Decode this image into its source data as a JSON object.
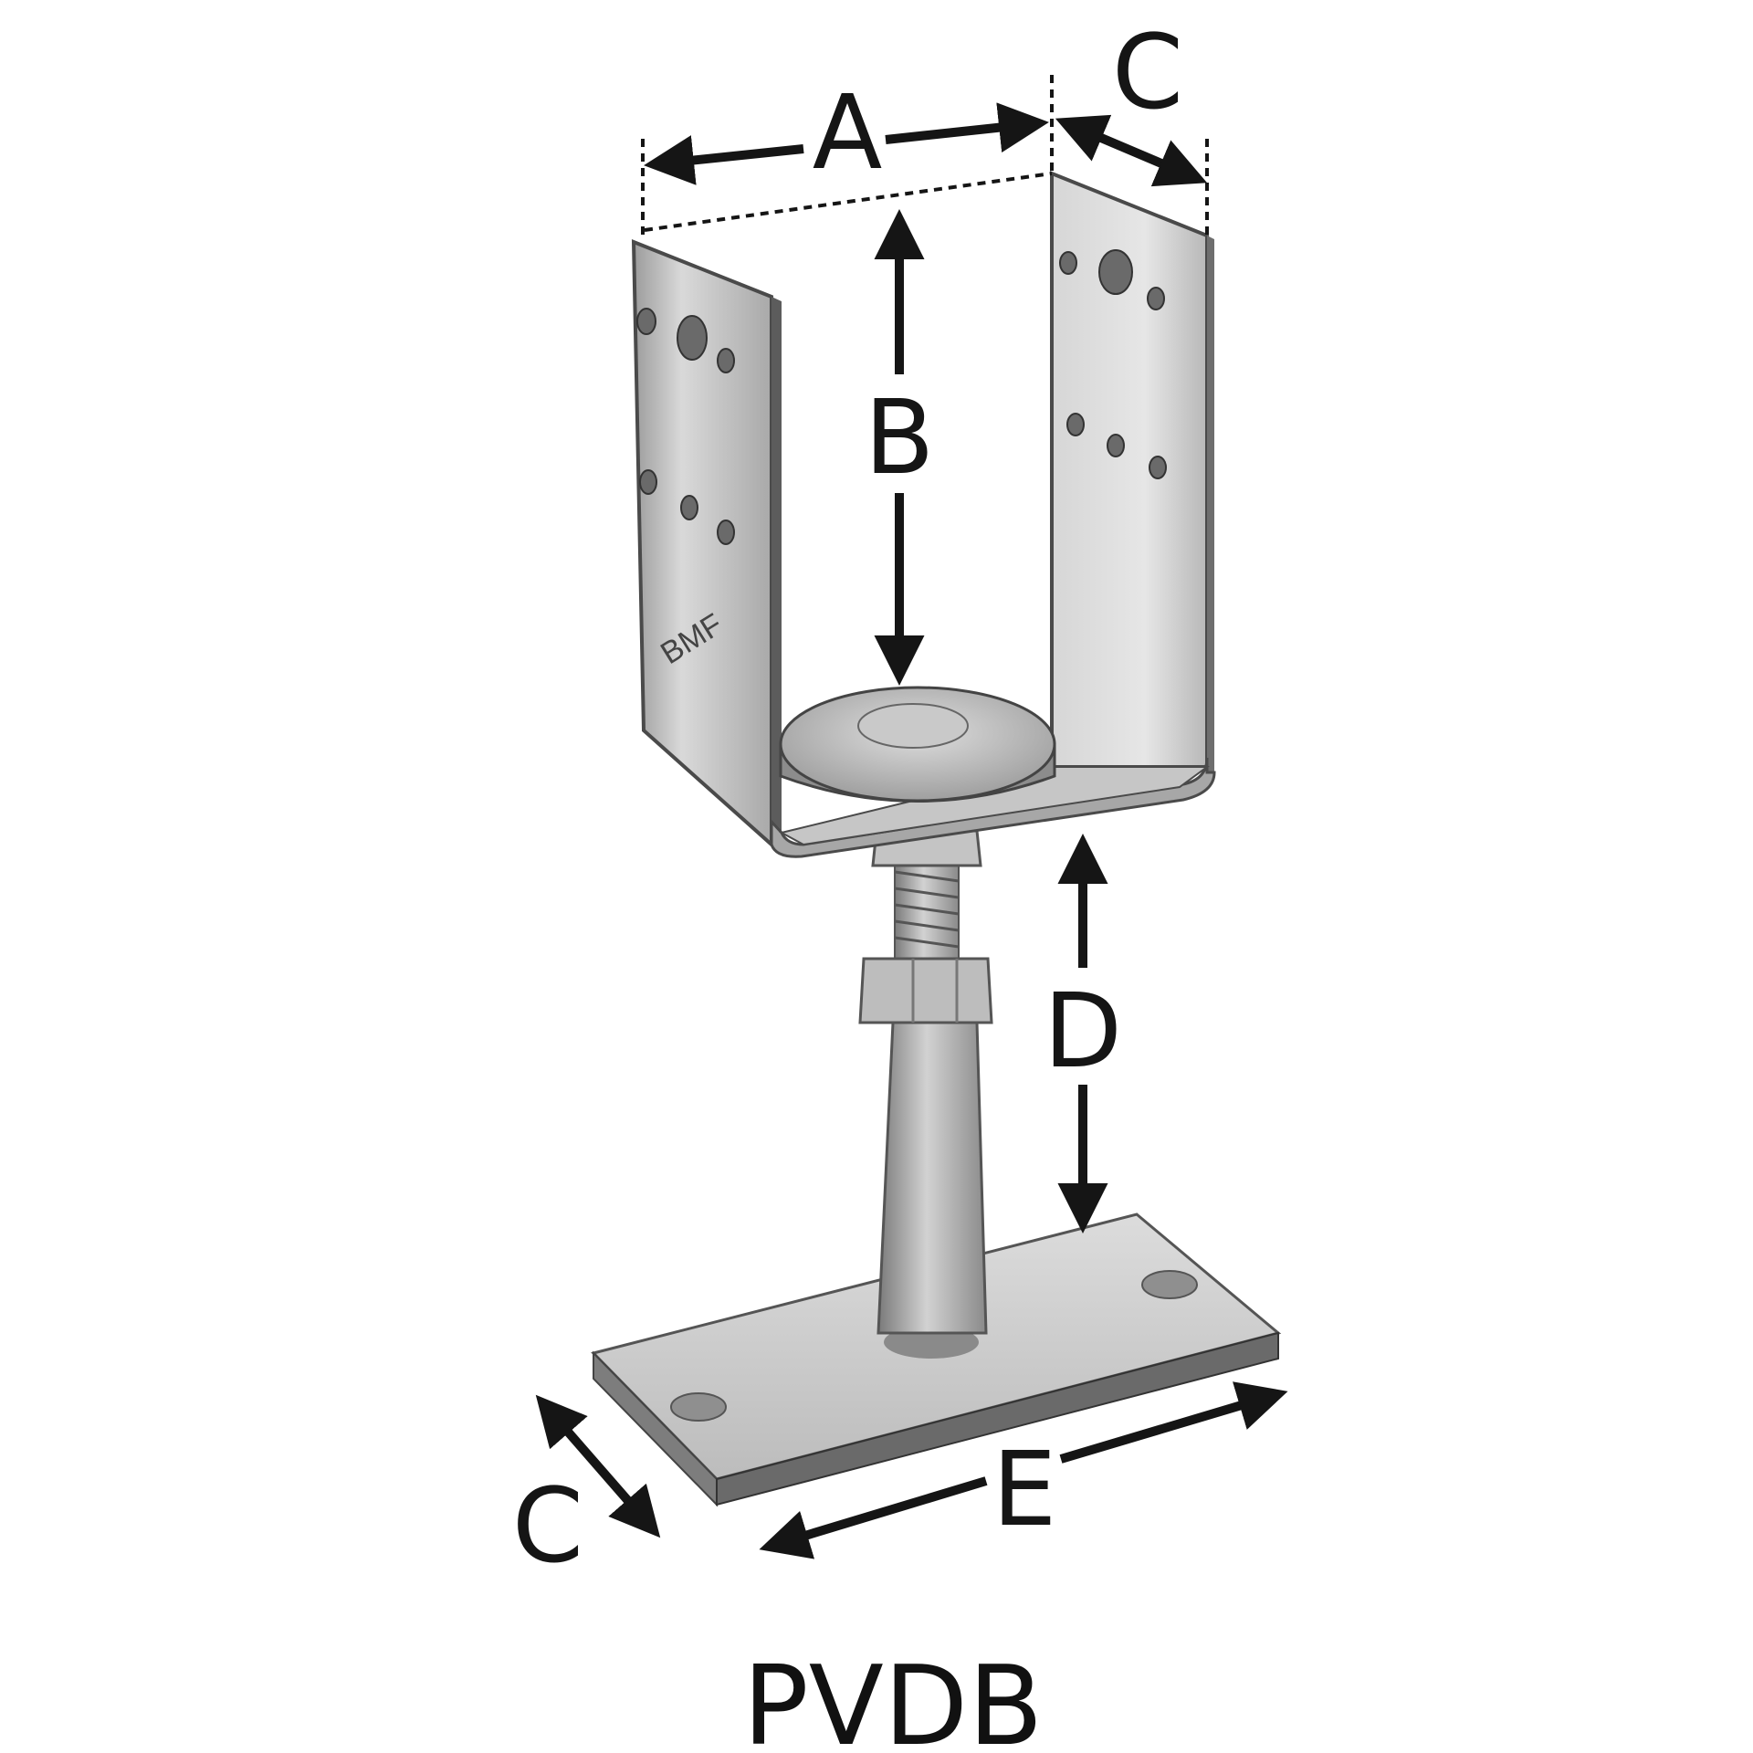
{
  "diagram": {
    "product_code": "PVDB",
    "stamp_text": "BMF",
    "dimension_labels": {
      "a": "A",
      "b": "B",
      "c_top": "C",
      "c_bottom": "C",
      "d": "D",
      "e": "E"
    },
    "colors": {
      "background": "#ffffff",
      "ink": "#151515",
      "metal_light": "#e4e4e4",
      "metal_mid": "#bdbdbd",
      "metal_dark": "#6b6b6b"
    }
  }
}
